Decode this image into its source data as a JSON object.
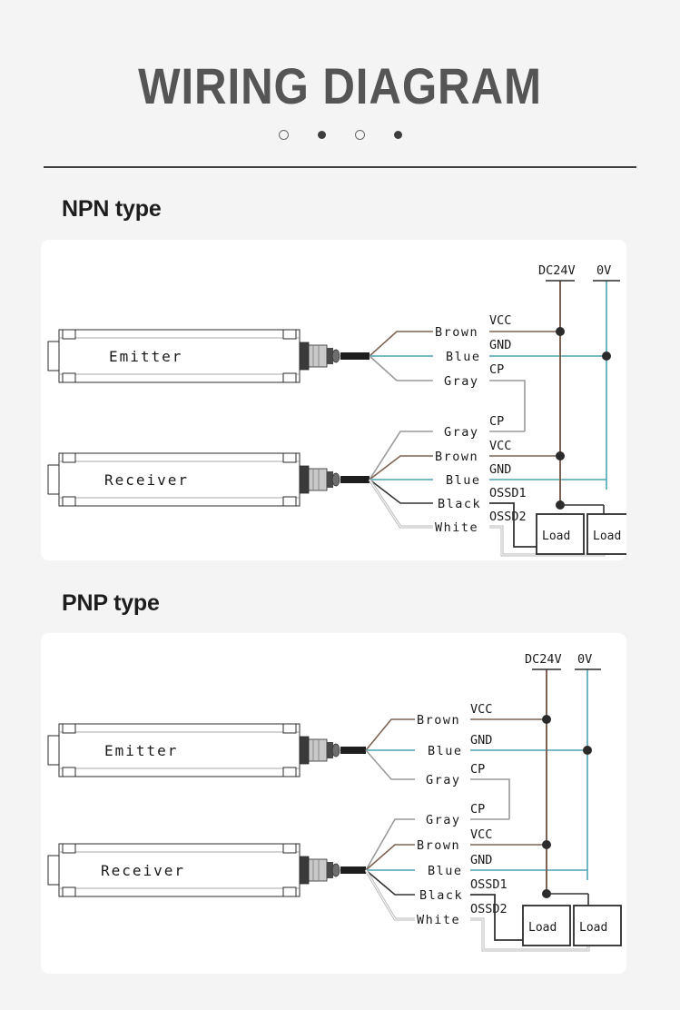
{
  "header": {
    "title": "WIRING DIAGRAM",
    "dots": [
      "hollow",
      "filled",
      "hollow",
      "filled"
    ],
    "title_color": "#555555",
    "rule_color": "#3f3f3f"
  },
  "palette": {
    "page_bg": "#f4f4f4",
    "card_bg": "#ffffff",
    "brown_wire": "#7d6354",
    "blue_wire": "#4fa3b5",
    "gray_wire": "#9a9a9a",
    "black_wire": "#333333",
    "white_wire": "#b9b9b9",
    "outline": "#2b2b2b"
  },
  "sections": [
    {
      "id": "npn",
      "heading": "NPN type",
      "devices": [
        {
          "name": "Emitter",
          "label": "Emitter"
        },
        {
          "name": "Receiver",
          "label": "Receiver"
        }
      ],
      "rails": [
        {
          "name": "DC24V",
          "label": "DC24V",
          "color": "#7d6354"
        },
        {
          "name": "0V",
          "label": "0V",
          "color": "#4fa3b5"
        }
      ],
      "emitter_wires": [
        {
          "color_label": "Brown",
          "signal": "VCC",
          "color": "#7d6354"
        },
        {
          "color_label": "Blue",
          "signal": "GND",
          "color": "#4fa3b5"
        },
        {
          "color_label": "Gray",
          "signal": "CP",
          "color": "#9a9a9a"
        }
      ],
      "receiver_wires": [
        {
          "color_label": "Gray",
          "signal": "CP",
          "color": "#9a9a9a"
        },
        {
          "color_label": "Brown",
          "signal": "VCC",
          "color": "#7d6354"
        },
        {
          "color_label": "Blue",
          "signal": "GND",
          "color": "#4fa3b5"
        },
        {
          "color_label": "Black",
          "signal": "OSSD1",
          "color": "#333333"
        },
        {
          "color_label": "White",
          "signal": "OSSD2",
          "color": "#b9b9b9"
        }
      ],
      "loads": [
        {
          "label": "Load"
        },
        {
          "label": "Load"
        }
      ]
    },
    {
      "id": "pnp",
      "heading": "PNP type",
      "devices": [
        {
          "name": "Emitter",
          "label": "Emitter"
        },
        {
          "name": "Receiver",
          "label": "Receiver"
        }
      ],
      "rails": [
        {
          "name": "DC24V",
          "label": "DC24V",
          "color": "#7d6354"
        },
        {
          "name": "0V",
          "label": "0V",
          "color": "#4fa3b5"
        }
      ],
      "emitter_wires": [
        {
          "color_label": "Brown",
          "signal": "VCC",
          "color": "#7d6354"
        },
        {
          "color_label": "Blue",
          "signal": "GND",
          "color": "#4fa3b5"
        },
        {
          "color_label": "Gray",
          "signal": "CP",
          "color": "#9a9a9a"
        }
      ],
      "receiver_wires": [
        {
          "color_label": "Gray",
          "signal": "CP",
          "color": "#9a9a9a"
        },
        {
          "color_label": "Brown",
          "signal": "VCC",
          "color": "#7d6354"
        },
        {
          "color_label": "Blue",
          "signal": "GND",
          "color": "#4fa3b5"
        },
        {
          "color_label": "Black",
          "signal": "OSSD1",
          "color": "#333333"
        },
        {
          "color_label": "White",
          "signal": "OSSD2",
          "color": "#b9b9b9"
        }
      ],
      "loads": [
        {
          "label": "Load"
        },
        {
          "label": "Load"
        }
      ]
    }
  ]
}
